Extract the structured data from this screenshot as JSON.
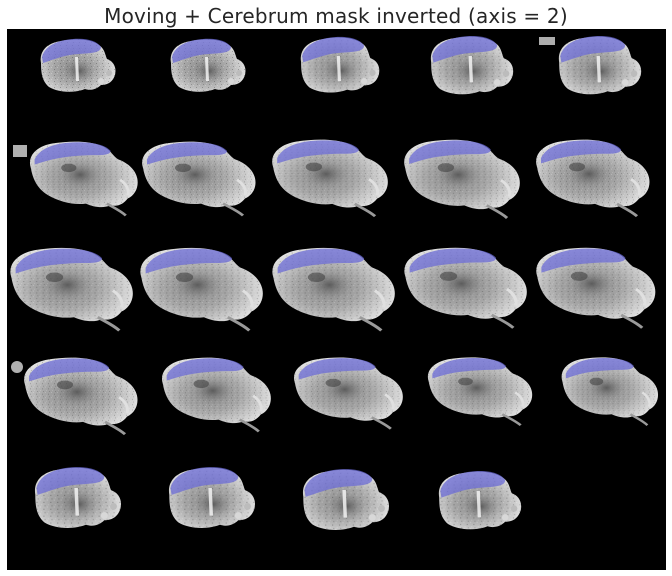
{
  "title": "Moving + Cerebrum mask inverted (axis = 2)",
  "colors": {
    "background": "#000000",
    "tissue_light": "#c8c8c8",
    "tissue_dark": "#6e6e6e",
    "mask_overlay": "#6b6bd6"
  },
  "grid": {
    "rows": 5,
    "columns": 5,
    "slices_shown": 24
  }
}
